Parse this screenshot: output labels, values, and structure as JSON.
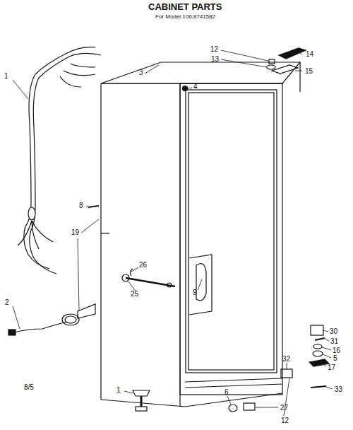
{
  "diagram": {
    "title": "CABINET PARTS",
    "labels": [
      "For Model 106.8741582",
      "1",
      "3",
      "12",
      "13",
      "14",
      "15",
      "4",
      "8",
      "19",
      "26",
      "9",
      "25",
      "2",
      "30",
      "31",
      "16",
      "5",
      "17",
      "32",
      "33",
      "27",
      "12",
      "1",
      "6",
      "8/5"
    ]
  }
}
